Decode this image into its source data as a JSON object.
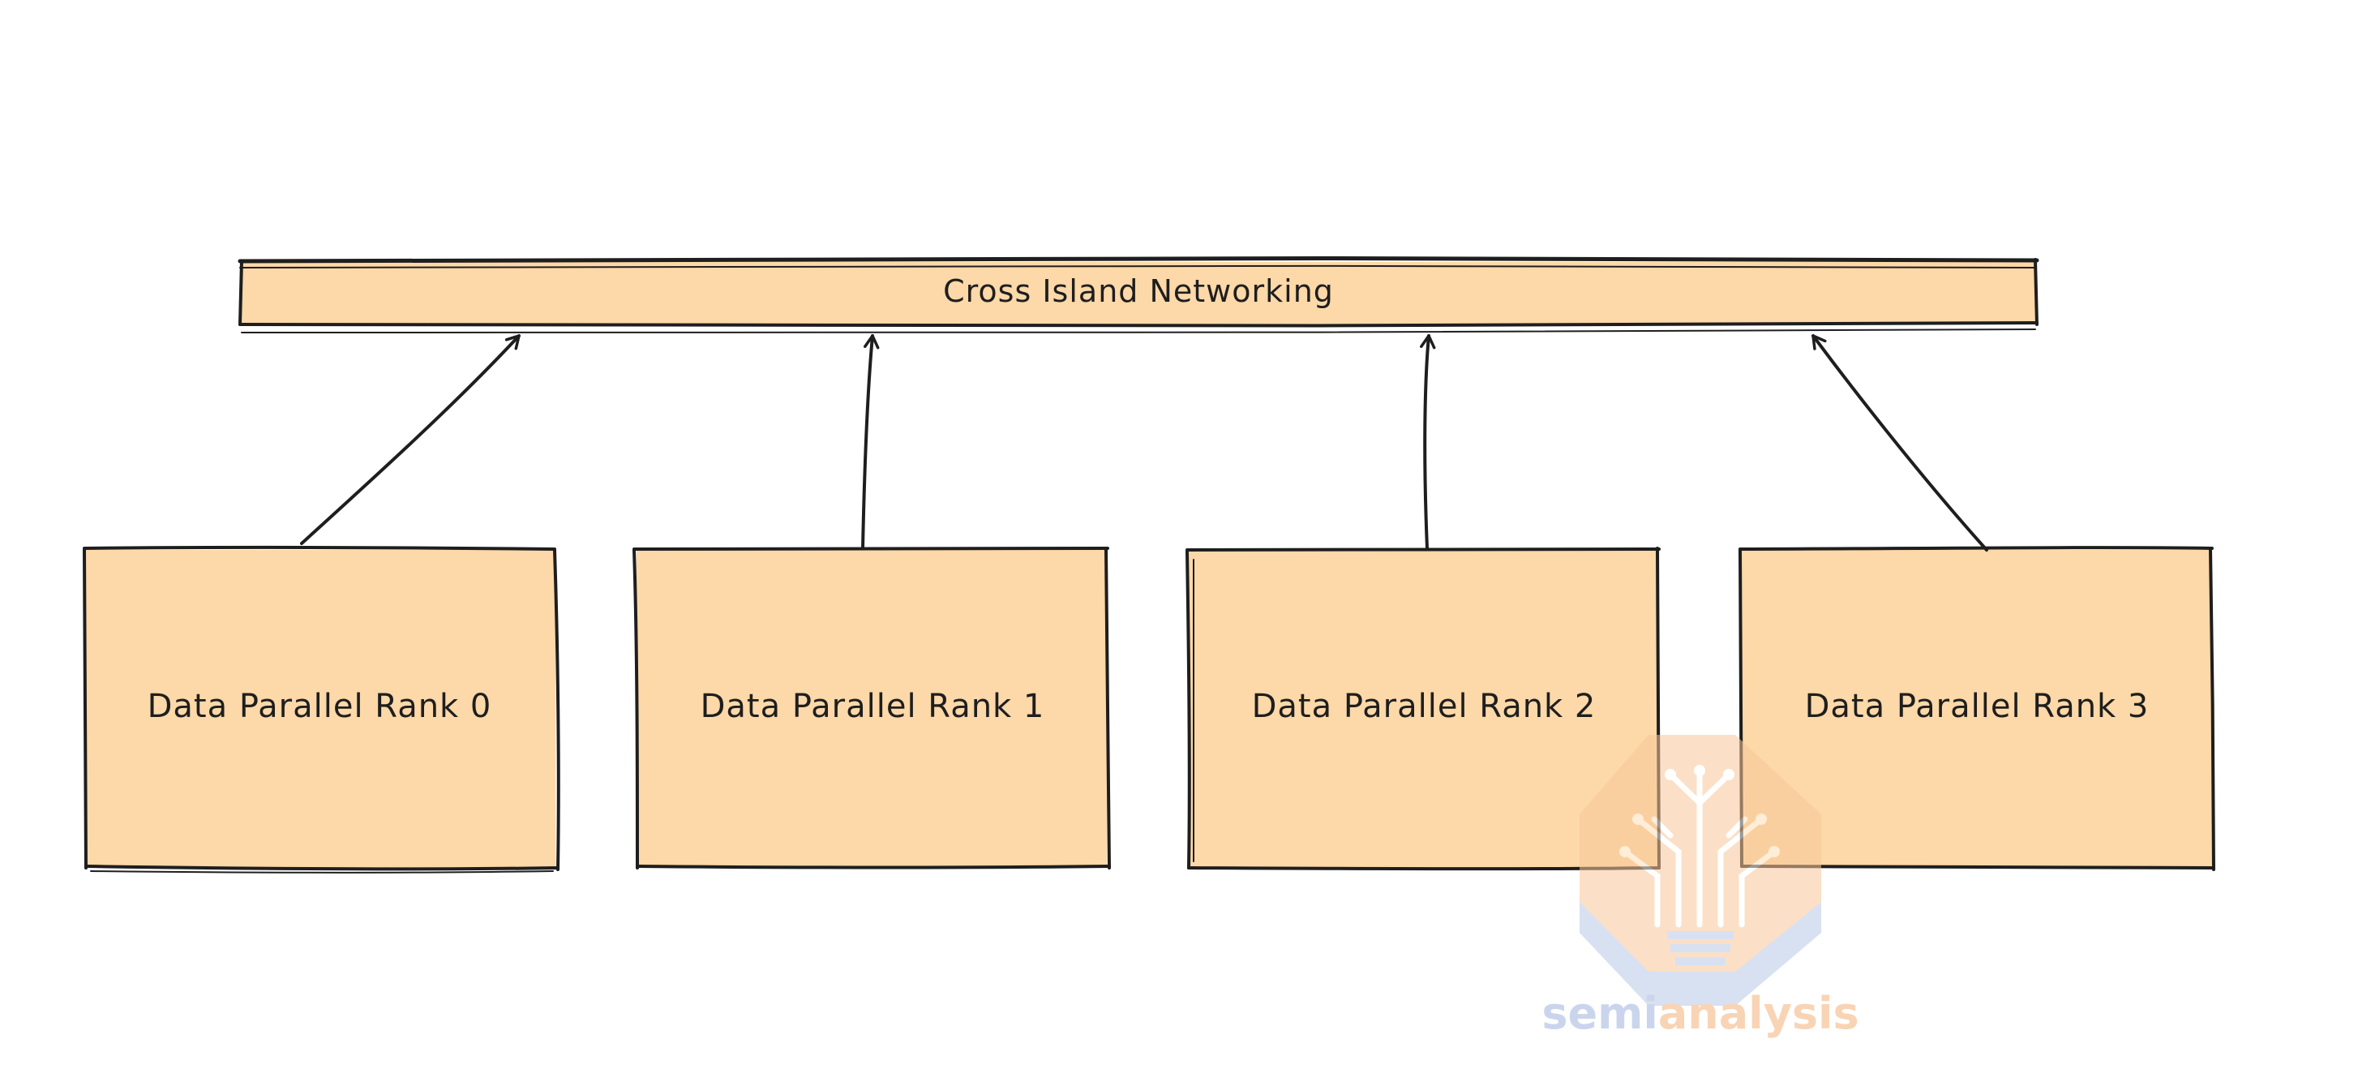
{
  "diagram": {
    "network_bar": {
      "label": "Cross Island Networking"
    },
    "ranks": [
      {
        "label": "Data Parallel Rank 0"
      },
      {
        "label": "Data Parallel Rank 1"
      },
      {
        "label": "Data Parallel Rank 2"
      },
      {
        "label": "Data Parallel Rank 3"
      }
    ],
    "colors": {
      "box_fill": "#fdd8a8",
      "stroke": "#1e1e1e",
      "text": "#1e1e1e"
    }
  },
  "watermark": {
    "brand_part1": "semi",
    "brand_part2": "analysis",
    "icon": "lightbulb-circuit-icon",
    "colors": {
      "orange": "#f8c89a",
      "blue": "#b9c9e8"
    }
  }
}
